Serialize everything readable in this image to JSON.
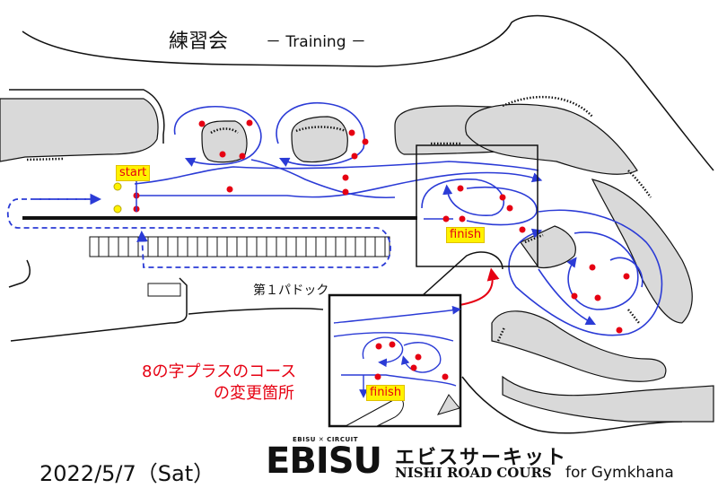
{
  "header": {
    "title": "練習会",
    "subtitle": "－ Training －"
  },
  "labels": {
    "start": "start",
    "finish": "finish",
    "inset_finish": "finish",
    "paddock": "第１パドック",
    "note_line1": "8の字プラスのコース",
    "note_line2": "の変更箇所"
  },
  "footer": {
    "date": "2022/5/7（Sat）",
    "logo_top": "EBISU ✕ CIRCUIT",
    "logo": "EBISU",
    "brand_jp": "エビスサーキット",
    "brand_en": "NISHI ROAD COURS",
    "for_text": "for  Gymkhana"
  },
  "colors": {
    "course_line": "#2b3bd6",
    "pylon": "#e60012",
    "start_marker": "#fff200",
    "label_bg": "#fff200",
    "label_text": "#e60012",
    "note_text": "#e60012",
    "curb": "#c9c9c9"
  },
  "icons": {
    "restroom": "restroom-icon",
    "arrow": "curved-arrow-icon"
  }
}
